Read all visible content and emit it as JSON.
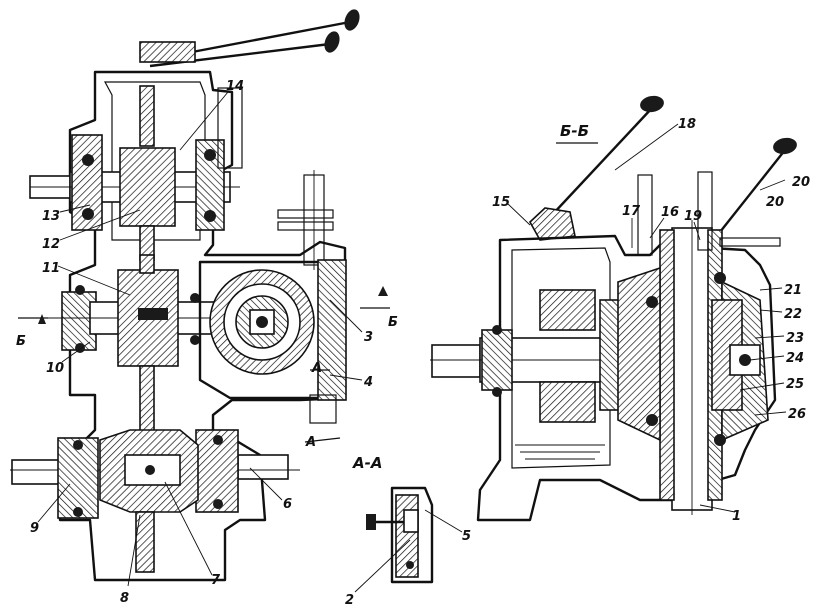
{
  "sections": {
    "b_b": "Б-Б",
    "a_a": "А-А",
    "cut_b_left": "Б",
    "cut_b_right": "Б",
    "cut_a_lower": "А",
    "cut_a_mid": "А"
  },
  "callouts": {
    "n1": "1",
    "n2": "2",
    "n3": "3",
    "n4": "4",
    "n5": "5",
    "n6": "6",
    "n7": "7",
    "n8": "8",
    "n9": "9",
    "n10": "10",
    "n11": "11",
    "n12": "12",
    "n13": "13",
    "n14": "14",
    "n15": "15",
    "n16": "16",
    "n17": "17",
    "n18": "18",
    "n19": "19",
    "n20a": "20",
    "n20b": "20",
    "n21": "21",
    "n22": "22",
    "n23": "23",
    "n24": "24",
    "n25": "25",
    "n26": "26"
  }
}
